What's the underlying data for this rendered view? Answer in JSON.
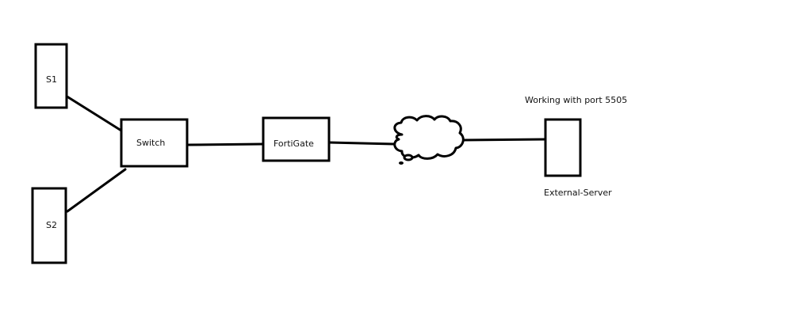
{
  "diagram": {
    "type": "network-topology",
    "nodes": [
      {
        "id": "s1",
        "label": "S1"
      },
      {
        "id": "s2",
        "label": "S2"
      },
      {
        "id": "switch",
        "label": "Switch"
      },
      {
        "id": "fortigate",
        "label": "FortiGate"
      },
      {
        "id": "internet",
        "label": "",
        "shape": "cloud"
      },
      {
        "id": "external-server",
        "label": "External-Server"
      }
    ],
    "edges": [
      {
        "from": "s1",
        "to": "switch"
      },
      {
        "from": "s2",
        "to": "switch"
      },
      {
        "from": "switch",
        "to": "fortigate"
      },
      {
        "from": "fortigate",
        "to": "internet"
      },
      {
        "from": "internet",
        "to": "external-server"
      }
    ],
    "annotations": {
      "external_server_note": "Working with port 5505"
    }
  }
}
